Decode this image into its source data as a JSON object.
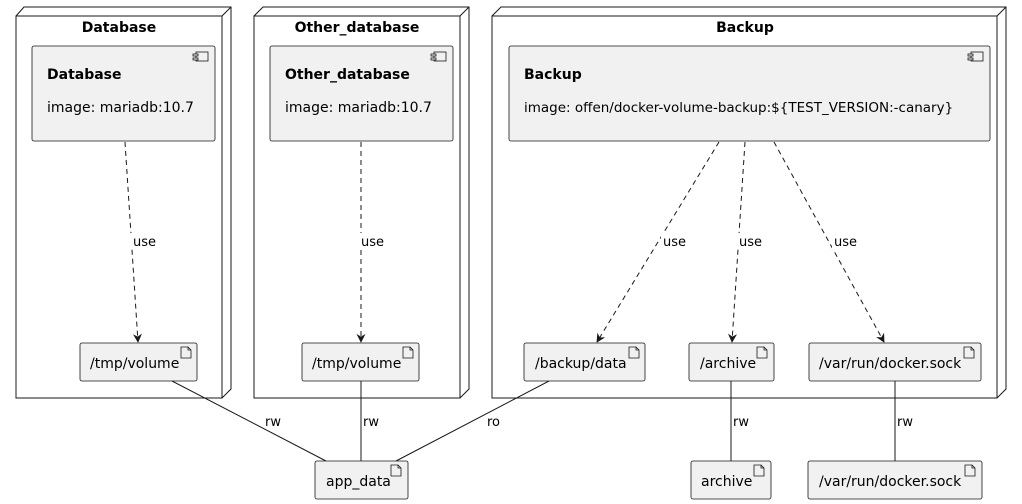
{
  "nodes": {
    "database": {
      "title": "Database"
    },
    "other_database": {
      "title": "Other_database"
    },
    "backup": {
      "title": "Backup"
    }
  },
  "components": {
    "database": {
      "name": "Database",
      "image": "image: mariadb:10.7"
    },
    "other_database": {
      "name": "Other_database",
      "image": "image: mariadb:10.7"
    },
    "backup": {
      "name": "Backup",
      "image": "image: offen/docker-volume-backup:${TEST_VERSION:-canary}"
    }
  },
  "artifacts": {
    "db_tmp_volume": "/tmp/volume",
    "other_tmp_volume": "/tmp/volume",
    "backup_data": "/backup/data",
    "archive_mount": "/archive",
    "docker_sock_mount": "/var/run/docker.sock",
    "app_data": "app_data",
    "archive": "archive",
    "docker_sock": "/var/run/docker.sock"
  },
  "edges": {
    "use_db": "use",
    "use_other": "use",
    "use_backup_data": "use",
    "use_archive": "use",
    "use_docker_sock": "use",
    "rw_db": "rw",
    "rw_other": "rw",
    "ro_backup": "ro",
    "rw_archive": "rw",
    "rw_sock": "rw"
  },
  "colors": {
    "fill": "#f1f1f1",
    "stroke": "#181818",
    "background": "#ffffff"
  }
}
